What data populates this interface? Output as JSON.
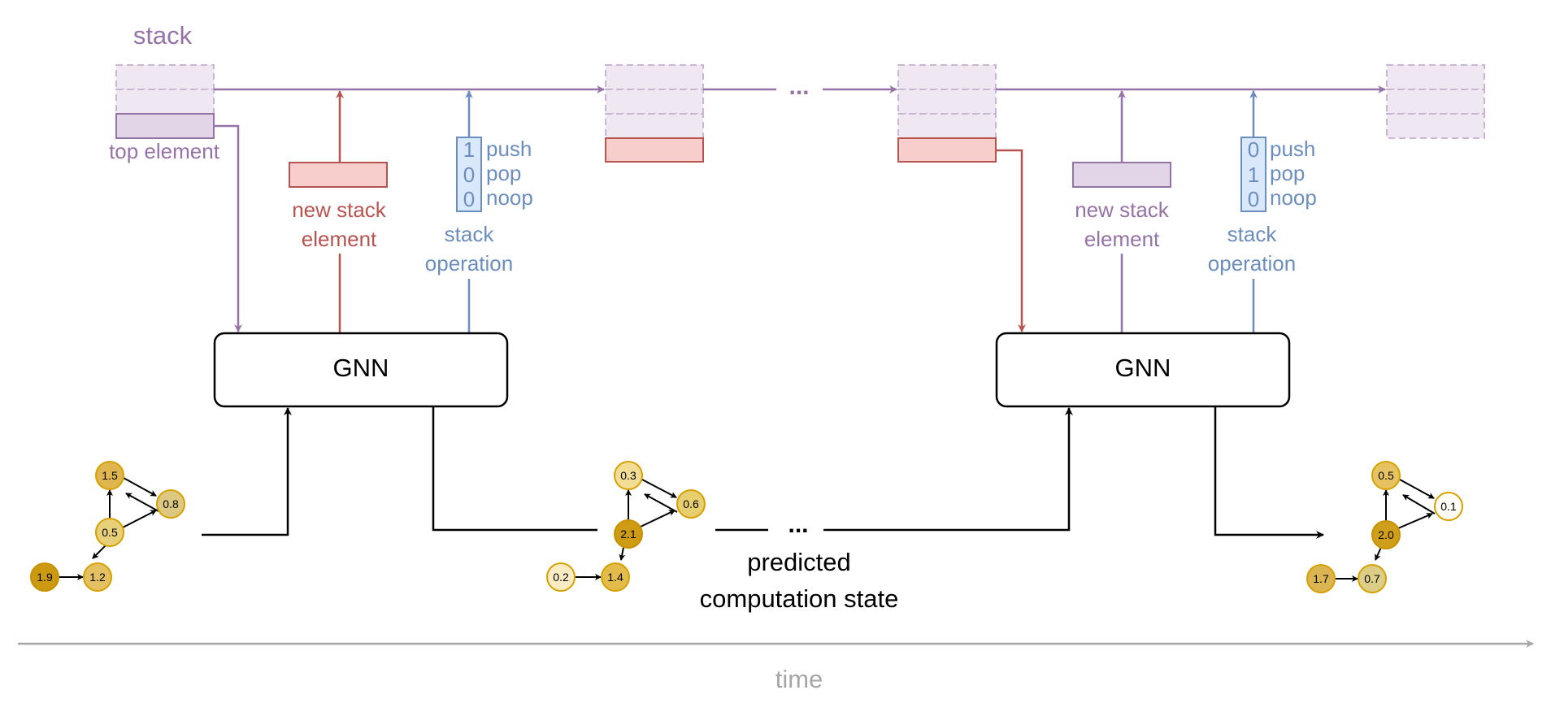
{
  "colors": {
    "purple": "#9673a6",
    "purple_fill": "#e1d5e7",
    "purple_light_fill": "#efe8f2",
    "red": "#b85450",
    "red_fill": "#f8cecc",
    "blue": "#6c8ebf",
    "blue_fill": "#dae8fc",
    "gray": "#a6a6a6",
    "black": "#000000",
    "node_edge": "#d6a100"
  },
  "labels": {
    "stack": "stack",
    "top_element": "top element",
    "new_stack_line1": "new stack",
    "new_stack_line2": "element",
    "push": "push",
    "pop": "pop",
    "noop": "noop",
    "stack_op_line1": "stack",
    "stack_op_line2": "operation",
    "gnn": "GNN",
    "ellipsis": "...",
    "predicted_line1": "predicted",
    "predicted_line2": "computation state",
    "time": "time"
  },
  "op_vectors": {
    "first": [
      "1",
      "0",
      "0"
    ],
    "second": [
      "0",
      "1",
      "0"
    ]
  },
  "graphs": {
    "g1": [
      "1.5",
      "0.8",
      "0.5",
      "1.9",
      "1.2"
    ],
    "g2": [
      "0.3",
      "0.6",
      "2.1",
      "0.2",
      "1.4"
    ],
    "g3": [
      "0.5",
      "0.1",
      "2.0",
      "1.7",
      "0.7"
    ]
  },
  "node_fills": {
    "g1": [
      "#deb54e",
      "#dcc880",
      "#e8cf7a",
      "#cc9a10",
      "#e3c163"
    ],
    "g2": [
      "#f3dd95",
      "#e7cf70",
      "#cd9b14",
      "#fbecc4",
      "#e2bb4a"
    ],
    "g3": [
      "#e6c260",
      "#fffdf5",
      "#cf9f1c",
      "#dbb552",
      "#dccd87"
    ]
  }
}
